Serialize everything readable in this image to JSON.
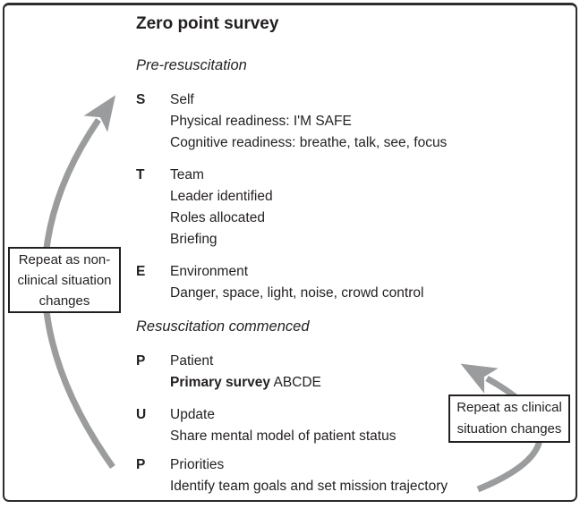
{
  "colors": {
    "text": "#231f20",
    "arrow_gray": "#9a9c9e",
    "frame_border": "#2d2d2d",
    "callout_border": "#231f20",
    "background": "#ffffff"
  },
  "title": "Zero point survey",
  "sections": [
    {
      "heading": "Pre-resuscitation",
      "items": [
        {
          "key": "S",
          "name": "Self",
          "details": [
            "Physical readiness: I'M SAFE",
            "Cognitive readiness: breathe, talk, see, focus"
          ]
        },
        {
          "key": "T",
          "name": "Team",
          "details": [
            "Leader identified",
            "Roles allocated",
            "Briefing"
          ]
        },
        {
          "key": "E",
          "name": "Environment",
          "details": [
            "Danger, space, light, noise, crowd control"
          ]
        }
      ]
    },
    {
      "heading": "Resuscitation commenced",
      "items": [
        {
          "key": "P",
          "name": "Patient",
          "detail_bold": "Primary survey",
          "detail_rest": " ABCDE"
        },
        {
          "key": "U",
          "name": "Update",
          "details": [
            "Share mental model of patient status"
          ]
        },
        {
          "key": "P",
          "name": "Priorities",
          "details": [
            "Identify team goals and set mission trajectory"
          ]
        }
      ]
    }
  ],
  "callouts": {
    "left": {
      "lines": [
        "Repeat as non-",
        "clinical situation",
        "changes"
      ]
    },
    "right": {
      "lines": [
        "Repeat as clinical",
        "situation changes"
      ]
    }
  }
}
